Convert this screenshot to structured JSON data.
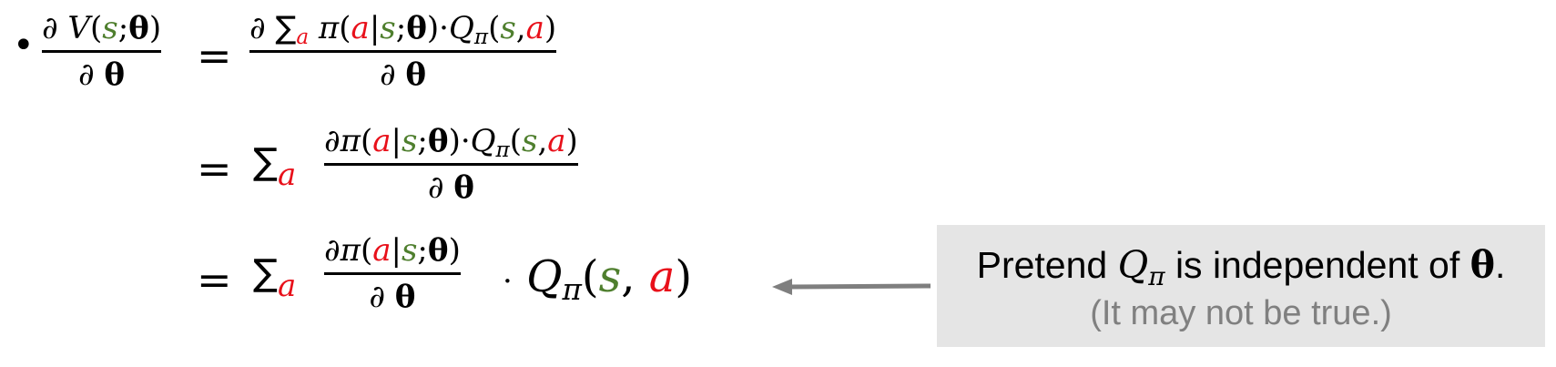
{
  "bullet": "•",
  "symbols": {
    "partial": "∂",
    "equals": "=",
    "sum": "∑",
    "cdot": "·",
    "theta": "θ",
    "pi": "π",
    "a": "a",
    "s": "s",
    "V": "V",
    "Q": "Q",
    "bar": "|",
    "semi": ";",
    "comma": ",",
    "lparen": "(",
    "rparen": ")"
  },
  "colors": {
    "action": "#e8101a",
    "state": "#4f7f2e",
    "callout_bg": "#e5e5e5",
    "callout_note": "#808080",
    "arrow": "#7f7f7f"
  },
  "callout": {
    "prefix": "Pretend ",
    "suffix": " is independent of ",
    "end": ".",
    "note": "(It may not be true.)"
  }
}
